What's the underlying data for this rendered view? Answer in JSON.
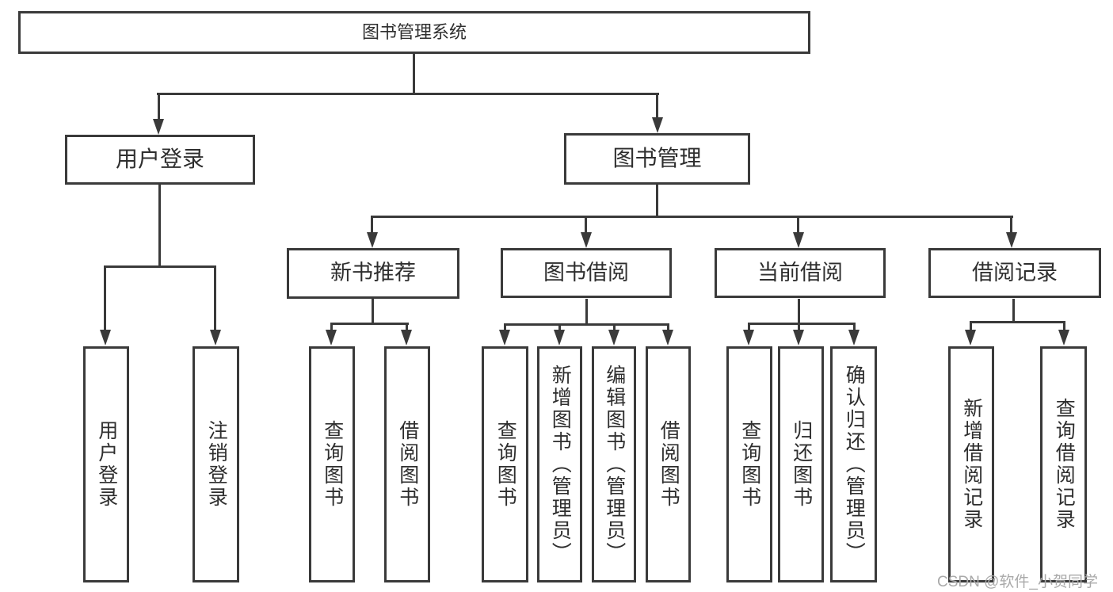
{
  "diagram": {
    "root_label": "图书管理系统",
    "level2": [
      {
        "label": "用户登录",
        "leaves": [
          "用户登录",
          "注销登录"
        ]
      },
      {
        "label": "图书管理",
        "sections": [
          {
            "label": "新书推荐",
            "leaves": [
              "查询图书",
              "借阅图书"
            ]
          },
          {
            "label": "图书借阅",
            "leaves": [
              "查询图书",
              "新增图书（管理员）",
              "编辑图书（管理员）",
              "借阅图书"
            ]
          },
          {
            "label": "当前借阅",
            "leaves": [
              "查询图书",
              "归还图书",
              "确认归还（管理员）"
            ]
          },
          {
            "label": "借阅记录",
            "leaves": [
              "新增借阅记录",
              "查询借阅记录"
            ]
          }
        ]
      }
    ]
  },
  "watermark": "CSDN @软件_小贺同学",
  "colors": {
    "line": "#3a3a3a",
    "text": "#2e2e2e",
    "watermark": "#a9a9a9",
    "background": "#ffffff"
  }
}
